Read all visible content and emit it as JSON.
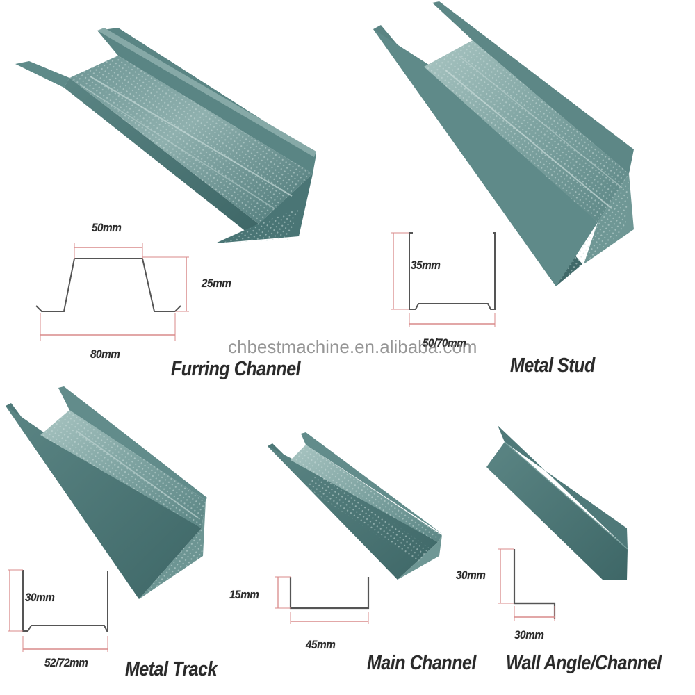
{
  "products": [
    {
      "id": "furring-channel",
      "name": "Furring Channel",
      "dimensions": {
        "top_width": "50mm",
        "height": "25mm",
        "bottom_width": "80mm"
      }
    },
    {
      "id": "metal-stud",
      "name": "Metal Stud",
      "dimensions": {
        "height": "35mm",
        "width": "50/70mm"
      }
    },
    {
      "id": "metal-track",
      "name": "Metal Track",
      "dimensions": {
        "height": "30mm",
        "width": "52/72mm"
      }
    },
    {
      "id": "main-channel",
      "name": "Main Channel",
      "dimensions": {
        "height": "15mm",
        "width": "45mm"
      }
    },
    {
      "id": "wall-angle",
      "name": "Wall Angle/Channel",
      "dimensions": {
        "height": "30mm",
        "width": "30mm"
      }
    }
  ],
  "watermark": "chbestmachine.en.alibaba.com",
  "colors": {
    "steel_dark": "#3f6a6a",
    "steel_mid": "#5f8c8c",
    "steel_light": "#9ab9b7",
    "dimension_line": "#d98a8a",
    "profile_line": "#555555",
    "text": "#2a2a2a"
  }
}
